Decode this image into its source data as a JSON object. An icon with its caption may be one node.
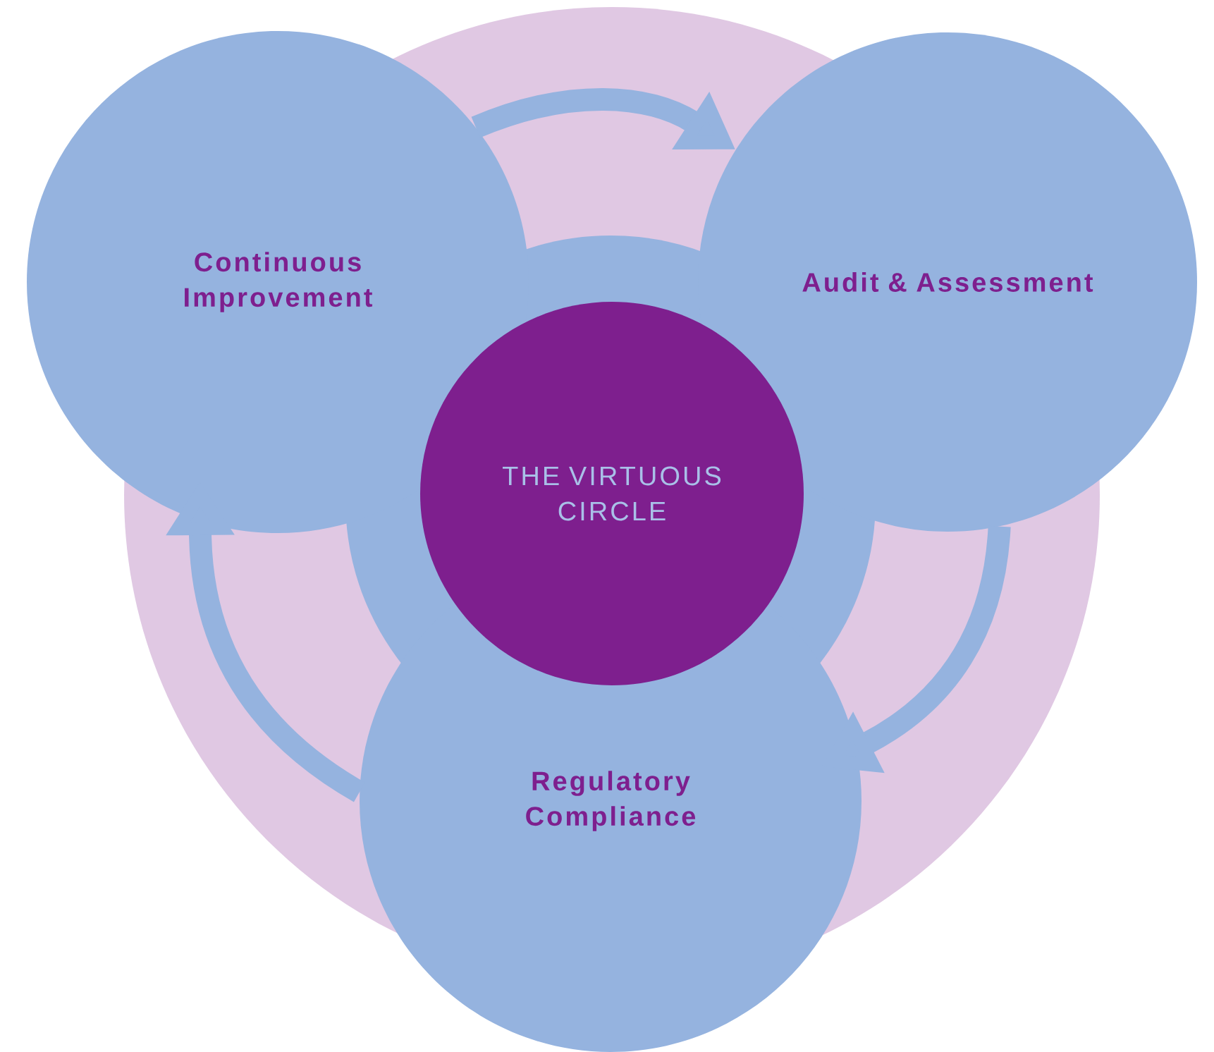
{
  "diagram": {
    "nodes": [
      {
        "text": [
          "Continuous Improvement"
        ]
      },
      {
        "text": [
          "Audit & Assessment"
        ]
      },
      {
        "text": [
          "Regulatory Compliance"
        ]
      },
      {
        "text": [
          "THE VIRTUOUS CIRCLE"
        ]
      }
    ],
    "edges": [
      {
        "from": 0,
        "to": 1,
        "arrow": "to"
      },
      {
        "from": 1,
        "to": 2,
        "arrow": "to"
      },
      {
        "from": 2,
        "to": 0,
        "arrow": "to"
      }
    ]
  }
}
